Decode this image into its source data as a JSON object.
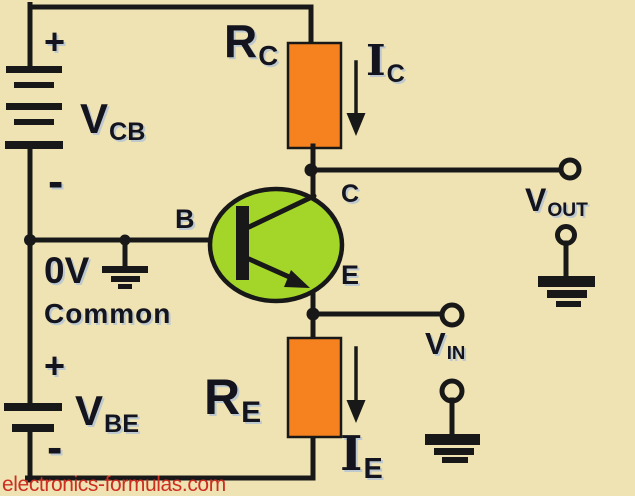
{
  "diagram": "common-base-transistor-amplifier-circuit",
  "colors": {
    "background": "#efe3b3",
    "resistor": "#f5821f",
    "transistor": "#a4d62a",
    "ink": "#181818",
    "watermark": "#cd2f22",
    "label": "#14141f"
  },
  "labels": {
    "vcb": {
      "main": "V",
      "sub": "CB"
    },
    "vbe": {
      "main": "V",
      "sub": "BE"
    },
    "rc": {
      "main": "R",
      "sub": "C"
    },
    "re": {
      "main": "R",
      "sub": "E"
    },
    "ic": {
      "main": "I",
      "sub": "C"
    },
    "ie": {
      "main": "I",
      "sub": "E"
    },
    "vout": {
      "main": "V",
      "sub": "OUT"
    },
    "vin": {
      "main": "V",
      "sub": "IN"
    },
    "transistor": {
      "base": "B",
      "collector": "C",
      "emitter": "E"
    },
    "vcb_plus": "+",
    "vcb_minus": "-",
    "vbe_plus": "+",
    "vbe_minus": "-",
    "zero_volt": "0V",
    "common": "Common"
  },
  "watermark": "electronics-formulas.com"
}
